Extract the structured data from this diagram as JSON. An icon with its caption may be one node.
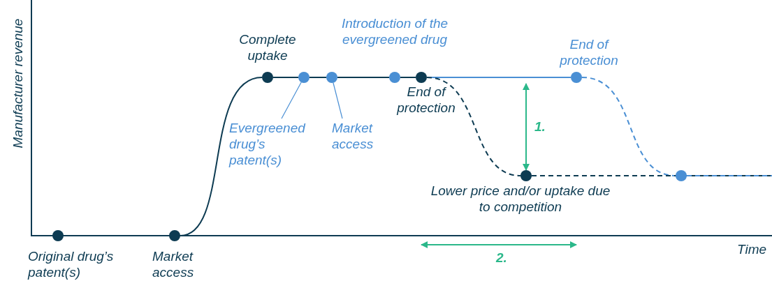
{
  "diagram": {
    "nodes": [
      {
        "text": [],
        "shape": "circle",
        "beside": [
          "Original drug’s patent(s)"
        ]
      },
      {
        "text": [],
        "shape": "circle",
        "beside": [
          "Market access"
        ]
      },
      {
        "text": [],
        "shape": "circle",
        "beside": [
          "Complete uptake"
        ]
      },
      {
        "text": [],
        "shape": "circle"
      },
      {
        "text": [],
        "shape": "circle"
      },
      {
        "text": [],
        "shape": "circle",
        "beside": [
          "Introduction of the evergreened drug"
        ]
      },
      {
        "text": [],
        "shape": "circle",
        "beside": [
          "End of protection"
        ]
      },
      {
        "text": [],
        "shape": "circle",
        "beside": [
          "Lower price and/or uptake due to competition"
        ]
      },
      {
        "text": [],
        "shape": "circle",
        "beside": [
          "End of protection"
        ]
      },
      {
        "text": [],
        "shape": "circle"
      },
      {
        "text": [
          "Evergreened drug’s patent(s)"
        ]
      },
      {
        "text": [
          "Market access"
        ]
      }
    ],
    "edges": [
      {
        "from": 0,
        "to": 1,
        "arrow": "none"
      },
      {
        "from": 1,
        "to": 2,
        "arrow": "none"
      },
      {
        "from": 2,
        "to": 3,
        "arrow": "none"
      },
      {
        "from": 3,
        "to": 4,
        "arrow": "none"
      },
      {
        "from": 4,
        "to": 5,
        "arrow": "none"
      },
      {
        "from": 5,
        "to": 6,
        "arrow": "none"
      },
      {
        "from": 6,
        "to": 8,
        "arrow": "none",
        "color": "#4a8fd4"
      },
      {
        "from": 6,
        "to": 7,
        "arrow": "none",
        "style": "dashed"
      },
      {
        "from": 8,
        "to": 9,
        "arrow": "none",
        "style": "dashed",
        "color": "#4a8fd4"
      },
      {
        "from": 7,
        "to": null,
        "arrow": "none",
        "style": "dashed"
      },
      {
        "from": 9,
        "to": null,
        "arrow": "none",
        "style": "dashed",
        "color": "#4a8fd4"
      },
      {
        "from": 10,
        "to": 3,
        "arrow": "none",
        "color": "#4a8fd4"
      },
      {
        "from": 11,
        "to": 4,
        "arrow": "none",
        "color": "#4a8fd4"
      }
    ],
    "labels": [
      "Manufacturer revenue",
      "1.",
      "2.",
      "Time"
    ]
  }
}
